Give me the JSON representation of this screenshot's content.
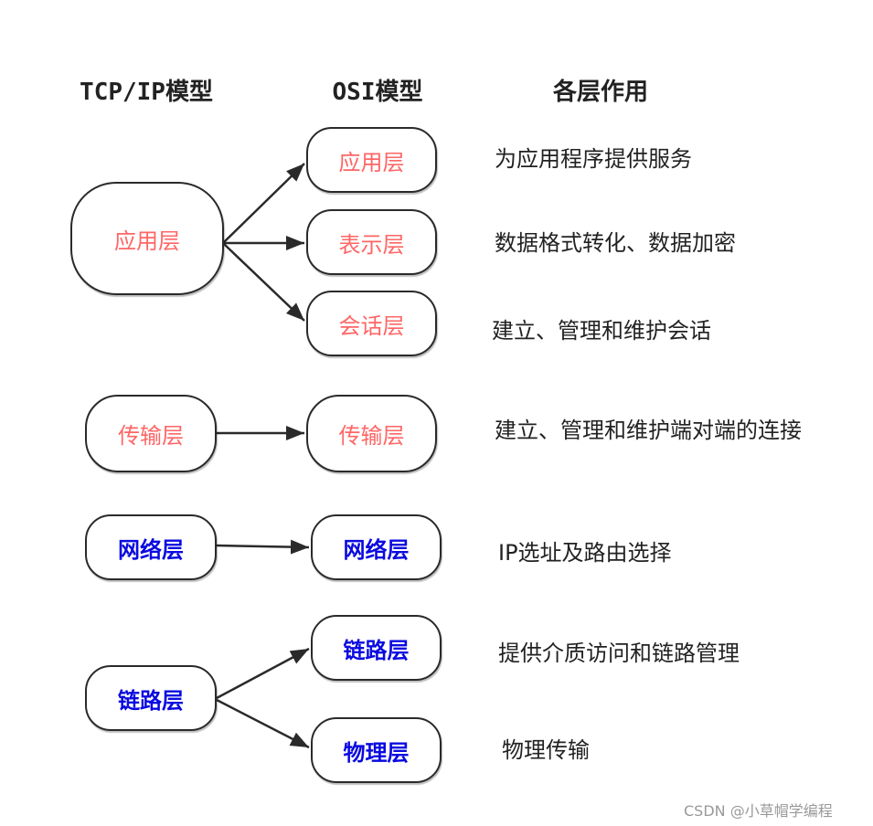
{
  "headers": {
    "tcpip": "TCP/IP模型",
    "osi": "OSI模型",
    "role": "各层作用"
  },
  "tcpip_layers": [
    "应用层",
    "传输层",
    "网络层",
    "链路层"
  ],
  "osi_layers": [
    "应用层",
    "表示层",
    "会话层",
    "传输层",
    "网络层",
    "链路层",
    "物理层"
  ],
  "descriptions": [
    "为应用程序提供服务",
    "数据格式转化、数据加密",
    "建立、管理和维护会话",
    "建立、管理和维护端对端的连接",
    "IP选址及路由选择",
    "提供介质访问和链路管理",
    "物理传输"
  ],
  "colors": {
    "upper": "#ff6666",
    "lower": "#0a0ae0",
    "border": "#2a2a2a"
  },
  "watermark": "CSDN @小草帽学编程"
}
